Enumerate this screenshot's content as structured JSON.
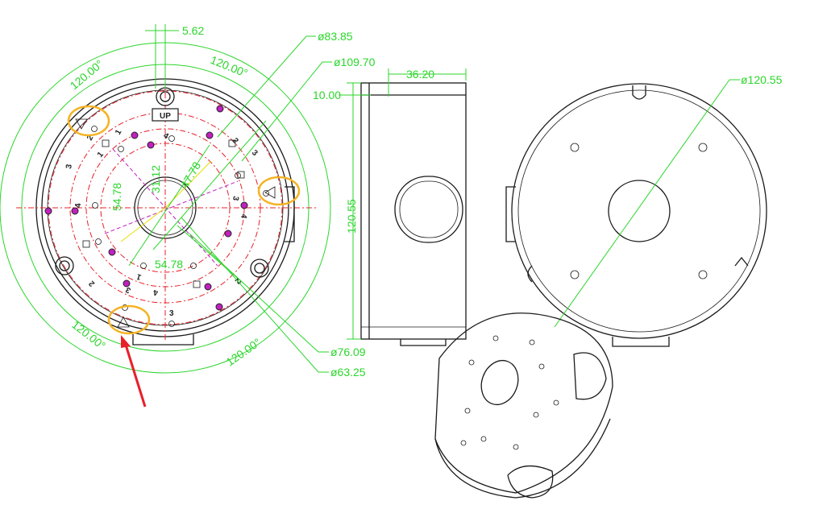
{
  "top_view": {
    "dims": {
      "offset": "5.62",
      "dia_83": "ø83.85",
      "dia_109": "ø109.70",
      "angle_top": "120.00°",
      "angle_left": "120.00°",
      "angle_bottom_left": "120.00°",
      "angle_bottom_right": "120.00°",
      "inner_56": "54.78",
      "inner_v": "31.12",
      "inner_diag": "47.78",
      "inner_h": "54.78",
      "dia_76": "ø76.09",
      "dia_63": "ø63.25"
    },
    "up_label": "UP",
    "hole_numbers": [
      "1",
      "2",
      "3",
      "4",
      "1",
      "2",
      "3",
      "4",
      "2",
      "3",
      "4",
      "1",
      "2",
      "3",
      "4",
      "3"
    ]
  },
  "side_view": {
    "dims": {
      "width": "36.20",
      "lip": "10.00",
      "height": "120.55"
    }
  },
  "bottom_view": {
    "dims": {
      "dia_120": "ø120.55"
    }
  },
  "colors": {
    "dimension": "#2bd62b",
    "outline": "#1a1a1a",
    "center_line": "#e8202a",
    "highlight": "#f5b324",
    "arrow": "#e8202a"
  }
}
